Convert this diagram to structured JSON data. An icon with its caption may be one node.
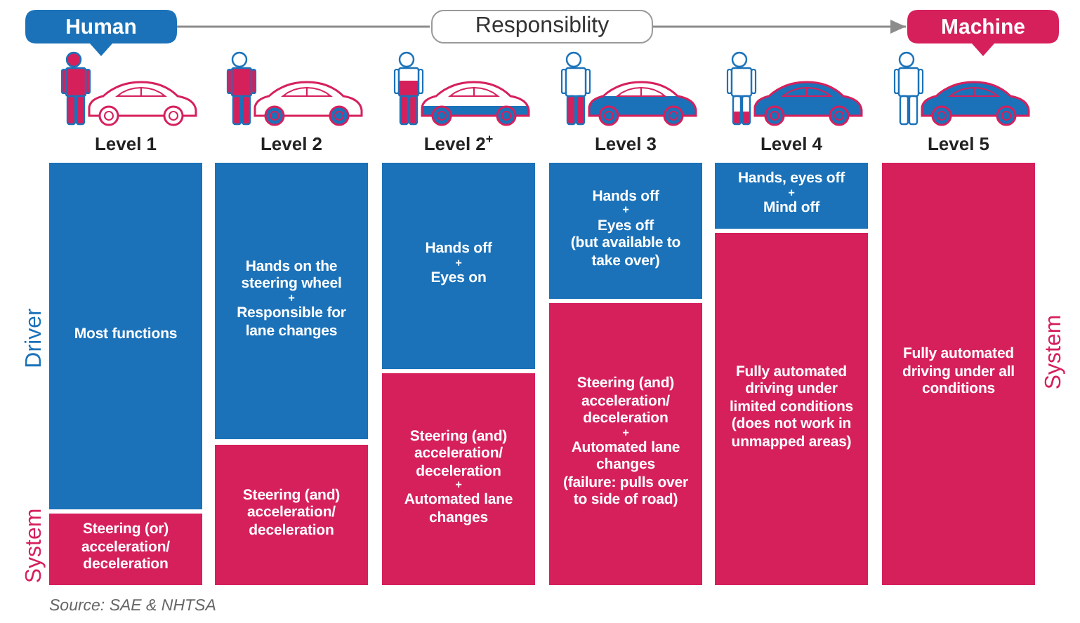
{
  "diagram": {
    "nodes": [
      {
        "text": [
          "Human"
        ]
      },
      {
        "text": [
          "Responsiblity"
        ]
      },
      {
        "text": [
          "Machine"
        ]
      },
      {
        "text": [
          "Most functions"
        ]
      },
      {
        "text": [
          "Steering (or) acceleration/ deceleration"
        ]
      },
      {
        "text": [
          "Hands on the steering wheel",
          "+",
          "Responsible for lane changes"
        ]
      },
      {
        "text": [
          "Steering (and) acceleration/ deceleration"
        ]
      },
      {
        "text": [
          "Hands off",
          "+",
          "Eyes on"
        ]
      },
      {
        "text": [
          "Steering (and) acceleration/ deceleration",
          "+",
          "Automated lane changes"
        ]
      },
      {
        "text": [
          "Hands off",
          "+",
          "Eyes off",
          "(but available to take over)"
        ]
      },
      {
        "text": [
          "Steering (and) acceleration/ deceleration",
          "+",
          "Automated lane changes",
          "(failure: pulls over to side of road)"
        ]
      },
      {
        "text": [
          "Hands, eyes off",
          "+",
          "Mind off"
        ]
      },
      {
        "text": [
          "Fully automated driving under limited conditions",
          "(does not work in unmapped areas)"
        ]
      },
      {
        "text": [
          "Fully automated driving under all conditions"
        ]
      }
    ],
    "edges": [
      {
        "from": 0,
        "to": 1,
        "arrow": "none"
      },
      {
        "from": 1,
        "to": 2,
        "arrow": "to"
      }
    ],
    "labels": [
      "Level 1",
      "Level 2",
      "Level 2$^{+}$",
      "Level 3",
      "Level 4",
      "Level 5",
      "Driver",
      "System",
      "System",
      "Source: SAE & NHTSA"
    ]
  }
}
